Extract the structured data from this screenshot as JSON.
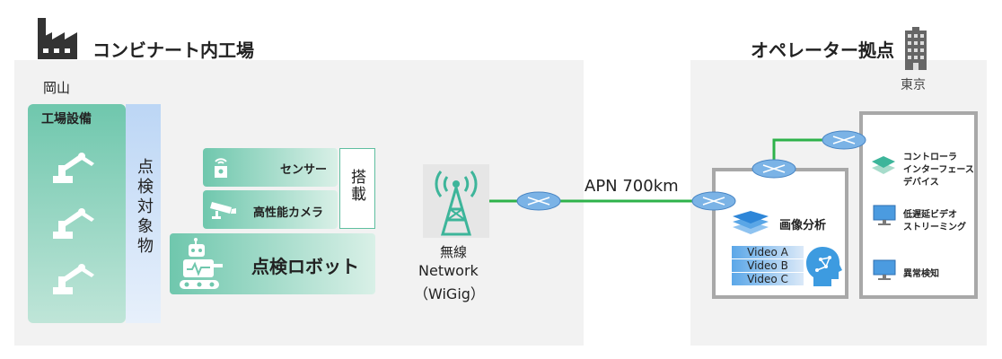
{
  "factory": {
    "title": "コンビナート内工場",
    "location": "岡山",
    "equipment_title": "工場設備",
    "inspection_target": "点検対象物",
    "mounted": "搭載",
    "sensor": "センサー",
    "camera": "高性能カメラ",
    "robot": "点検ロボット"
  },
  "wireless": {
    "line1": "無線",
    "line2": "Network",
    "line3": "（WiGig）"
  },
  "link": {
    "label": "APN 700km"
  },
  "operator": {
    "title": "オペレーター拠点",
    "location": "東京",
    "analysis": {
      "title": "画像分析",
      "videos": [
        "Video A",
        "Video B",
        "Video C"
      ]
    },
    "controller": {
      "line1": "コントローラ",
      "line2": "インターフェース",
      "line3": "デバイス"
    },
    "streaming": {
      "line1": "低遅延ビデオ",
      "line2": "ストリーミング"
    },
    "anomaly": "異常検知"
  },
  "colors": {
    "teal": "#6fc7ad",
    "network_line": "#2db24a",
    "router": "#7bb3e6",
    "panel": "#f2f2f2",
    "box_border": "#a8a8a8"
  }
}
